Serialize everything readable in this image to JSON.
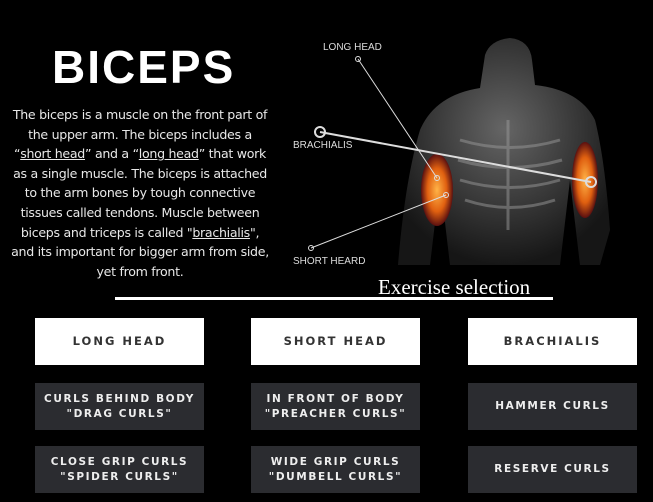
{
  "title": "BICEPS",
  "description": {
    "p1": "The biceps is a muscle on the front part of the upper arm. The biceps includes a ",
    "short_head": "short head",
    "p2": " and a ",
    "long_head": "long head",
    "p3": " that work as a single muscle. The biceps is attached to the arm bones by tough connective tissues called tendons. Muscle between biceps and triceps is called ",
    "brachialis": "brachialis",
    "p4": ", and its important for bigger arm from side, yet from front."
  },
  "figure_labels": {
    "long_head": "LONG HEAD",
    "brachialis": "BRACHIALIS",
    "short_head": "SHORT HEARD"
  },
  "section_title": "Exercise selection",
  "columns": [
    {
      "header": "LONG HEAD",
      "exercises": [
        [
          "CURLS BEHIND BODY",
          "\"DRAG CURLS\""
        ],
        [
          "CLOSE GRIP CURLS",
          "\"SPIDER CURLS\""
        ]
      ]
    },
    {
      "header": "SHORT HEAD",
      "exercises": [
        [
          "IN FRONT OF BODY",
          "\"PREACHER CURLS\""
        ],
        [
          "WIDE GRIP CURLS",
          "\"DUMBELL CURLS\""
        ]
      ]
    },
    {
      "header": "BRACHIALIS",
      "exercises": [
        [
          "HAMMER CURLS"
        ],
        [
          "RESERVE CURLS"
        ]
      ]
    }
  ]
}
